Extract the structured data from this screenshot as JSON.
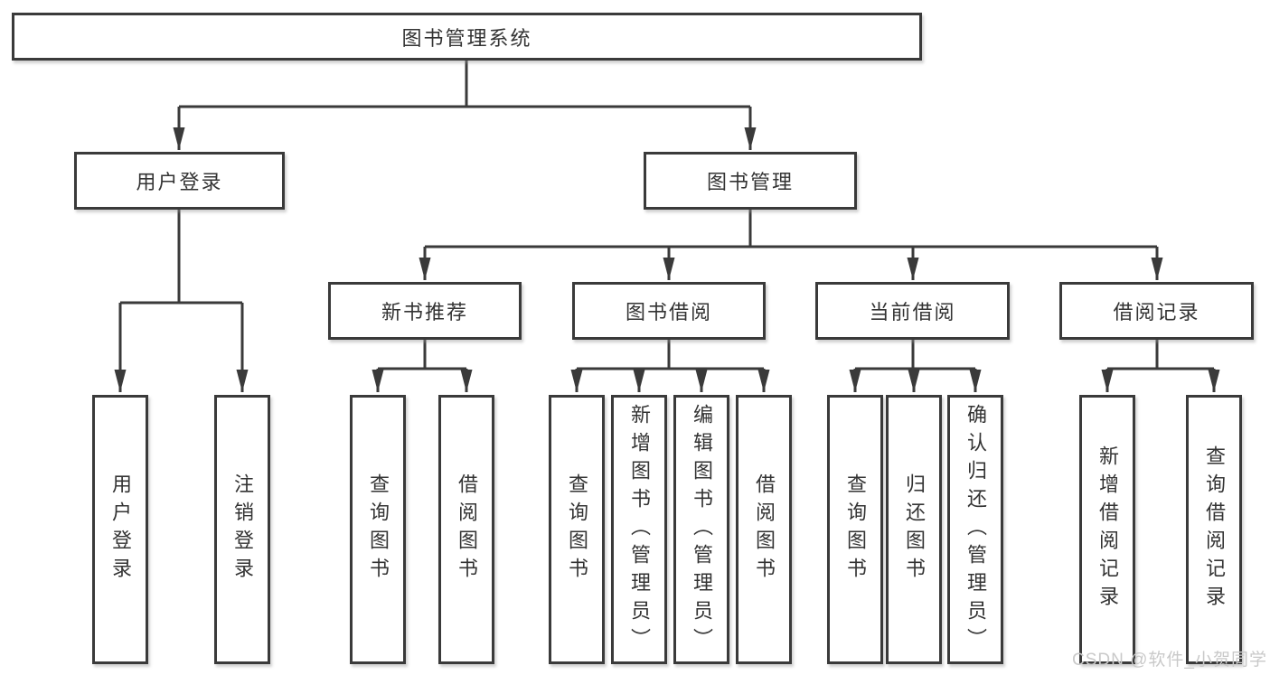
{
  "diagram_type": "hierarchy-tree",
  "colors": {
    "line": "#3a3a3a",
    "box_border": "#3a3a3a",
    "box_fill": "#ffffff",
    "text": "#333333",
    "background": "#ffffff",
    "watermark": "#c9c9c9"
  },
  "watermark": "CSDN @软件_小贺同学",
  "tree": {
    "label": "图书管理系统",
    "children": [
      {
        "label": "用户登录",
        "children": [
          {
            "label": "用户登录"
          },
          {
            "label": "注销登录"
          }
        ]
      },
      {
        "label": "图书管理",
        "children": [
          {
            "label": "新书推荐",
            "children": [
              {
                "label": "查询图书"
              },
              {
                "label": "借阅图书"
              }
            ]
          },
          {
            "label": "图书借阅",
            "children": [
              {
                "label": "查询图书"
              },
              {
                "label": "新增图书（管理员）"
              },
              {
                "label": "编辑图书（管理员）"
              },
              {
                "label": "借阅图书"
              }
            ]
          },
          {
            "label": "当前借阅",
            "children": [
              {
                "label": "查询图书"
              },
              {
                "label": "归还图书"
              },
              {
                "label": "确认归还（管理员）"
              }
            ]
          },
          {
            "label": "借阅记录",
            "children": [
              {
                "label": "新增借阅记录"
              },
              {
                "label": "查询借阅记录"
              }
            ]
          }
        ]
      }
    ]
  }
}
